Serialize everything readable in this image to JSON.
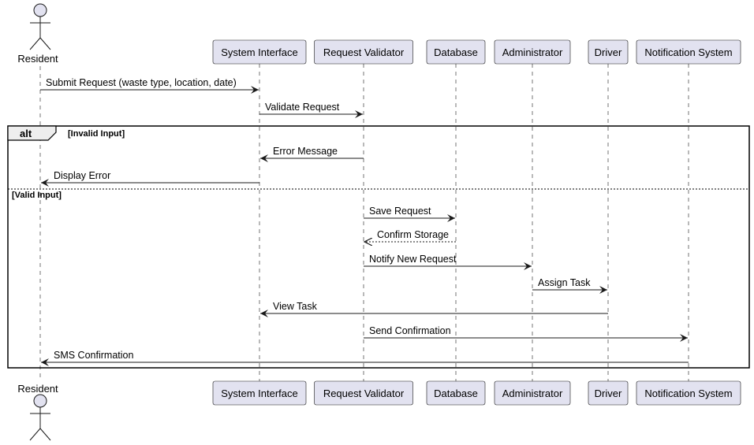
{
  "colors": {
    "participant_fill": "#E2E2F0",
    "participant_stroke": "#181818",
    "lifeline": "#181818",
    "arrow": "#181818",
    "background": "#FFFFFF"
  },
  "participants": [
    {
      "id": "resident",
      "label": "Resident",
      "kind": "actor"
    },
    {
      "id": "system_interface",
      "label": "System Interface",
      "kind": "participant"
    },
    {
      "id": "request_validator",
      "label": "Request Validator",
      "kind": "participant"
    },
    {
      "id": "database",
      "label": "Database",
      "kind": "participant"
    },
    {
      "id": "administrator",
      "label": "Administrator",
      "kind": "participant"
    },
    {
      "id": "driver",
      "label": "Driver",
      "kind": "participant"
    },
    {
      "id": "notification_system",
      "label": "Notification System",
      "kind": "participant"
    }
  ],
  "messages": [
    {
      "from": "resident",
      "to": "system_interface",
      "label": "Submit Request (waste type, location, date)",
      "style": "solid"
    },
    {
      "from": "system_interface",
      "to": "request_validator",
      "label": "Validate Request",
      "style": "solid"
    },
    {
      "from": "request_validator",
      "to": "system_interface",
      "label": "Error Message",
      "style": "solid"
    },
    {
      "from": "system_interface",
      "to": "resident",
      "label": "Display Error",
      "style": "solid"
    },
    {
      "from": "request_validator",
      "to": "database",
      "label": "Save Request",
      "style": "solid"
    },
    {
      "from": "database",
      "to": "request_validator",
      "label": "Confirm Storage",
      "style": "dashed"
    },
    {
      "from": "request_validator",
      "to": "administrator",
      "label": "Notify New Request",
      "style": "solid"
    },
    {
      "from": "administrator",
      "to": "driver",
      "label": "Assign Task",
      "style": "solid"
    },
    {
      "from": "driver",
      "to": "system_interface",
      "label": "View Task",
      "style": "solid"
    },
    {
      "from": "request_validator",
      "to": "notification_system",
      "label": "Send Confirmation",
      "style": "solid"
    },
    {
      "from": "notification_system",
      "to": "resident",
      "label": "SMS Confirmation",
      "style": "solid"
    }
  ],
  "alt_fragment": {
    "keyword": "alt",
    "guards": [
      "[Invalid Input]",
      "[Valid Input]"
    ]
  }
}
